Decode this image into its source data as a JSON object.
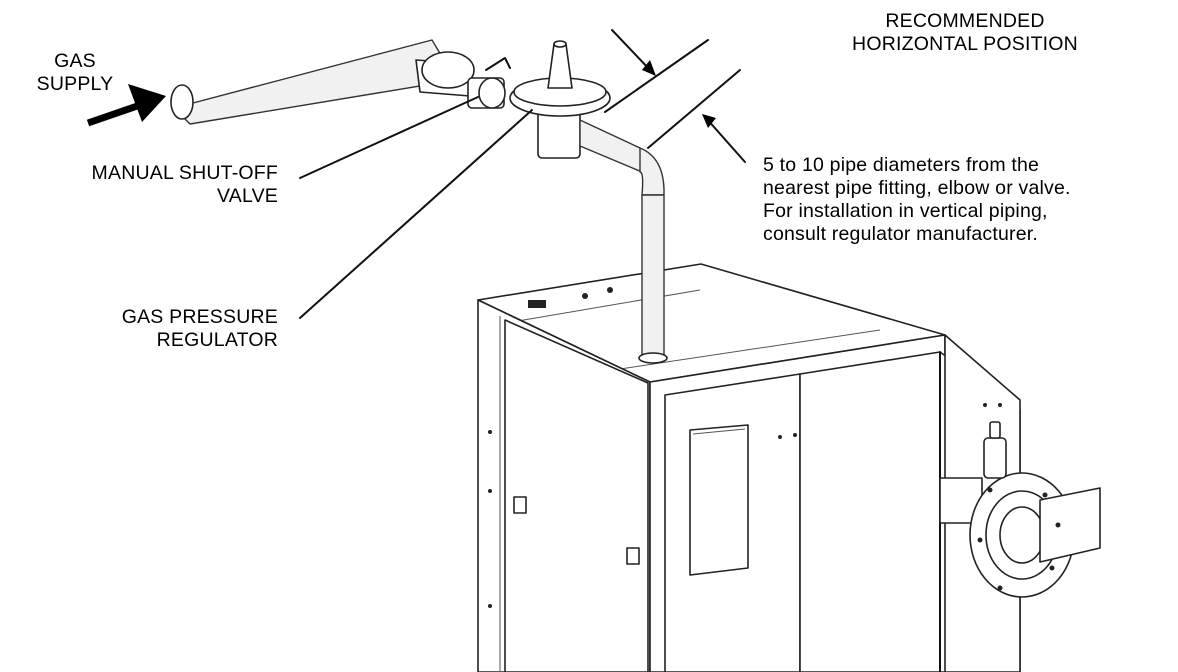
{
  "labels": {
    "gas_supply": [
      "GAS",
      "SUPPLY"
    ],
    "manual_valve": [
      "MANUAL SHUT-OFF",
      "VALVE"
    ],
    "regulator": [
      "GAS PRESSURE",
      "REGULATOR"
    ],
    "position": [
      "RECOMMENDED",
      "HORIZONTAL POSITION"
    ],
    "note": [
      "5 to 10 pipe diameters from the",
      "nearest pipe fitting, elbow or valve.",
      "For installation in vertical piping,",
      "consult regulator manufacturer."
    ]
  },
  "colors": {
    "ink": "#000000",
    "line": "#111111",
    "fill": "#ffffff",
    "shade": "#f1f1f1"
  }
}
